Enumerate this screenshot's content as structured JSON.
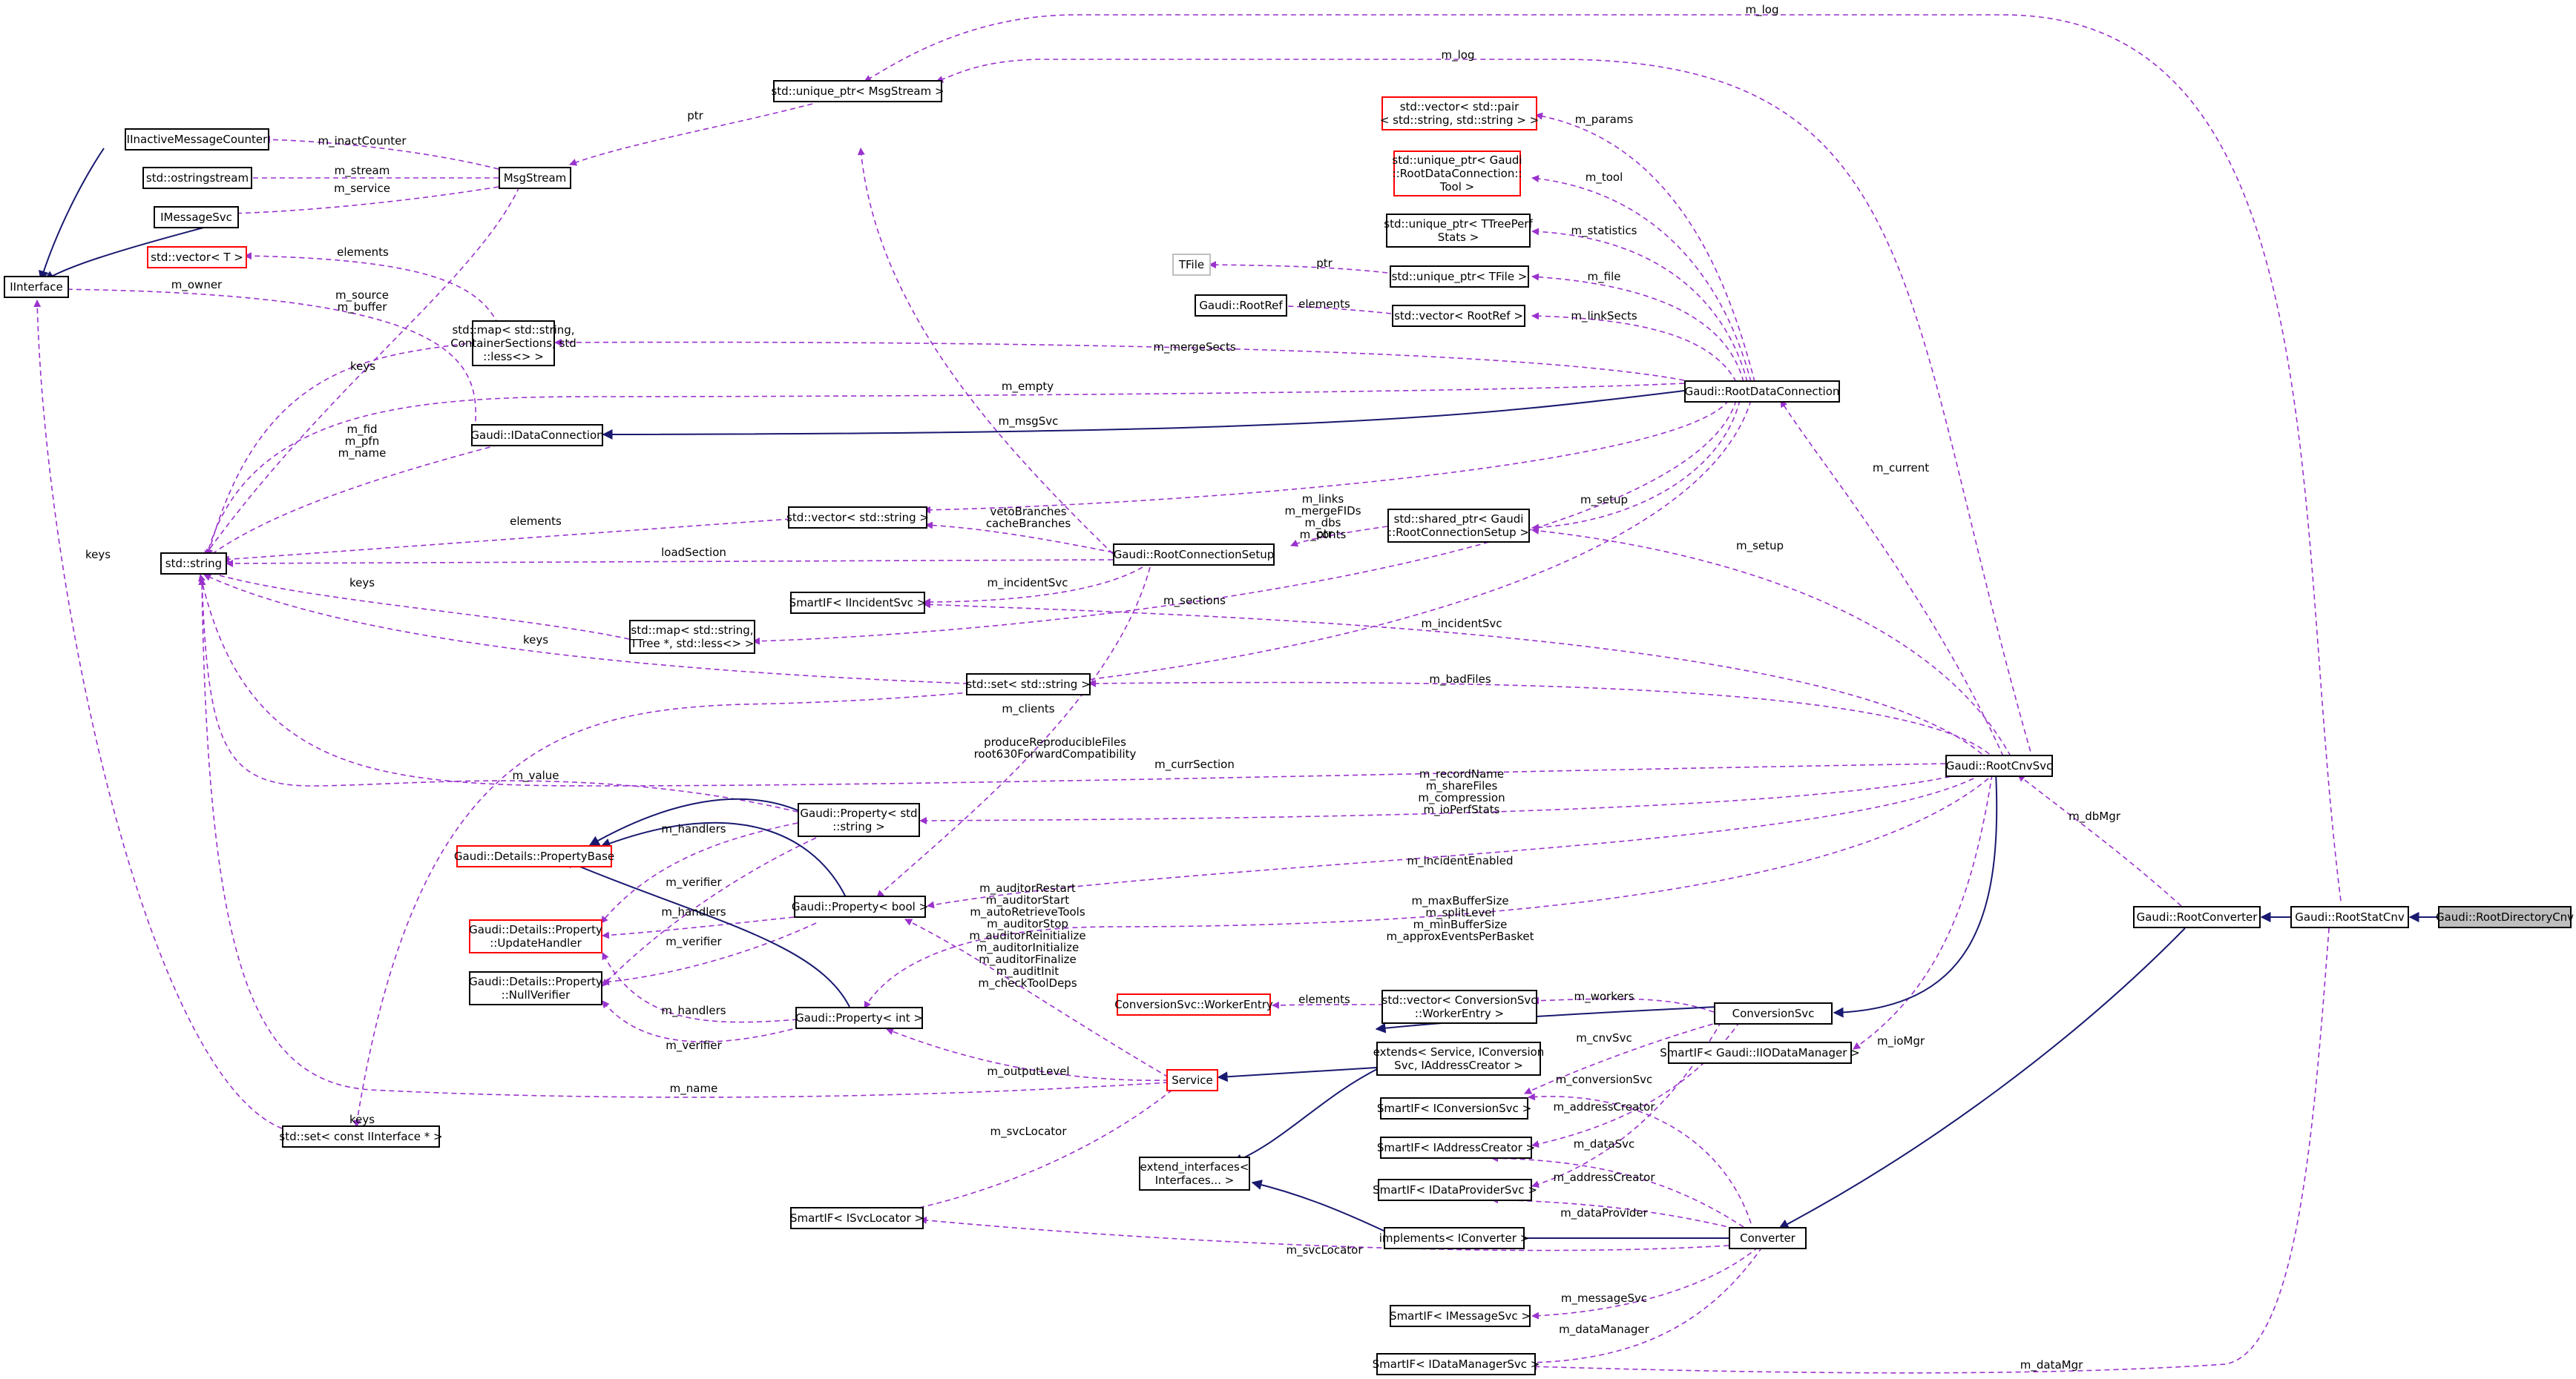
{
  "colors": {
    "usage": "#9a32cd",
    "inheritance": "#191970",
    "red_border": "#ff0000",
    "grey_border": "#bfbfbf",
    "highlight_fill": "#bfbfbf"
  },
  "nodes": {
    "root_directory_cnv": "Gaudi::RootDirectoryCnv",
    "root_stat_cnv": "Gaudi::RootStatCnv",
    "root_converter": "Gaudi::RootConverter",
    "root_cnv_svc": "Gaudi::RootCnvSvc",
    "conversion_svc": "ConversionSvc",
    "converter": "Converter",
    "root_data_connection": "Gaudi::RootDataConnection",
    "idata_connection": "Gaudi::IDataConnection",
    "root_connection_setup": "Gaudi::RootConnectionSetup",
    "service": "Service",
    "msg_stream": "MsgStream",
    "unique_ptr_msgstream": "std::unique_ptr< MsgStream >",
    "iinactive_message_counter": "IInactiveMessageCounter",
    "ostringstream": "std::ostringstream",
    "imessage_svc": "IMessageSvc",
    "iinterface": "IInterface",
    "vector_t": "std::vector< T >",
    "map_container_sections": "std::map< std::string,\nContainerSections, std\n::less<> >",
    "std_string": "std::string",
    "vector_string": "std::vector< std::string >",
    "smartif_iincidentsvc": "SmartIF< IIncidentSvc >",
    "map_ttree": "std::map< std::string,\nTTree *, std::less<> >",
    "set_string": "std::set< std::string >",
    "property_base": "Gaudi::Details::PropertyBase",
    "property_string": "Gaudi::Property< std\n::string >",
    "property_bool": "Gaudi::Property< bool >",
    "update_handler": "Gaudi::Details::Property\n::UpdateHandler",
    "null_verifier": "Gaudi::Details::Property\n::NullVerifier",
    "property_int": "Gaudi::Property< int >",
    "set_iinterface": "std::set< const IInterface * >",
    "smartif_isvclocator": "SmartIF< ISvcLocator >",
    "extend_interfaces": "extend_interfaces<\nInterfaces... >",
    "vector_pair": "std::vector< std::pair\n< std::string, std::string > >",
    "unique_ptr_tool": "std::unique_ptr< Gaudi\n::RootDataConnection::\nTool >",
    "unique_ptr_ttreeperfstats": "std::unique_ptr< TTreePerf\nStats >",
    "tfile": "TFile",
    "unique_ptr_tfile": "std::unique_ptr< TFile >",
    "root_ref": "Gaudi::RootRef",
    "vector_rootref": "std::vector< RootRef >",
    "shared_ptr_setup": "std::shared_ptr< Gaudi\n::RootConnectionSetup >",
    "worker_entry": "ConversionSvc::WorkerEntry",
    "vector_worker_entry": "std::vector< ConversionSvc\n::WorkerEntry >",
    "extends_service": "extends< Service, IConversion\nSvc, IAddressCreator >",
    "smartif_iiodatamanager": "SmartIF< Gaudi::IIODataManager >",
    "smartif_iconversionsvc": "SmartIF< IConversionSvc >",
    "smartif_iaddresscreator": "SmartIF< IAddressCreator >",
    "smartif_idataprovidersvc": "SmartIF< IDataProviderSvc >",
    "implements_iconverter": "implements< IConverter >",
    "smartif_imessagesvc": "SmartIF< IMessageSvc >",
    "smartif_idatamanagersvc": "SmartIF< IDataManagerSvc >"
  },
  "labels": {
    "m_log_top": "m_log",
    "m_log_2": "m_log",
    "ptr_msgstream": "ptr",
    "m_inactcounter": "m_inactCounter",
    "m_stream": "m_stream",
    "m_service": "m_service",
    "elements_vector_t": "elements",
    "m_owner": "m_owner",
    "m_source_buffer": "m_source\nm_buffer",
    "keys_map": "keys",
    "m_fid_pfn_name": "m_fid\nm_pfn\nm_name",
    "keys_iinterface": "keys",
    "m_empty": "m_empty",
    "m_mergesects": "m_mergeSects",
    "m_msgsvc": "m_msgSvc",
    "m_links_group": "m_links\nm_mergeFIDs\nm_dbs\nm_conts",
    "elements_vector_string": "elements",
    "veto_cache": "vetoBranches\ncacheBranches",
    "loadsection": "loadSection",
    "m_incidentsvc_1": "m_incidentSvc",
    "m_incidentsvc_2": "m_incidentSvc",
    "keys_ttree": "keys",
    "m_sections": "m_sections",
    "keys_set": "keys",
    "m_badfiles": "m_badFiles",
    "m_clients": "m_clients",
    "produce_group": "produceReproducibleFiles\nroot630ForwardCompatibility",
    "m_cursection": "m_currSection",
    "m_value": "m_value",
    "m_handlers_1": "m_handlers",
    "m_recordname_group": "m_recordName\nm_shareFiles\nm_compression\nm_ioPerfStats",
    "m_verifier_1": "m_verifier",
    "m_incidentenabled": "m_incidentEnabled",
    "m_handlers_2": "m_handlers",
    "m_auditor_group": "m_auditorRestart\nm_auditorStart\nm_autoRetrieveTools\nm_auditorStop\nm_auditorReinitialize\nm_auditorInitialize\nm_auditorFinalize\nm_auditInit\nm_checkToolDeps",
    "m_verifier_2": "m_verifier",
    "m_maxbuffersize_group": "m_maxBufferSize\nm_splitLevel\nm_minBufferSize\nm_approxEventsPerBasket",
    "m_handlers_3": "m_handlers",
    "m_verifier_3": "m_verifier",
    "m_name": "m_name",
    "m_outputlevel": "m_outputLevel",
    "m_svclocator_1": "m_svcLocator",
    "m_svclocator_2": "m_svcLocator",
    "keys_left": "keys",
    "m_params": "m_params",
    "m_tool": "m_tool",
    "m_statistics": "m_statistics",
    "ptr_tfile": "ptr",
    "m_file": "m_file",
    "elements_rootref": "elements",
    "m_linksects": "m_linkSects",
    "m_current": "m_current",
    "ptr_setup": "ptr",
    "m_setup_1": "m_setup",
    "m_setup_2": "m_setup",
    "m_dbmgr": "m_dbMgr",
    "elements_worker": "elements",
    "m_workers": "m_workers",
    "m_cnvsvc": "m_cnvSvc",
    "m_iomgr": "m_ioMgr",
    "m_conversionsvc": "m_conversionSvc",
    "m_addresscreator_1": "m_addressCreator",
    "m_datasvc": "m_dataSvc",
    "m_addresscreator_2": "m_addressCreator",
    "m_dataprovider": "m_dataProvider",
    "m_messagesvc": "m_messageSvc",
    "m_datamanager": "m_dataManager",
    "m_datamgr": "m_dataMgr"
  }
}
